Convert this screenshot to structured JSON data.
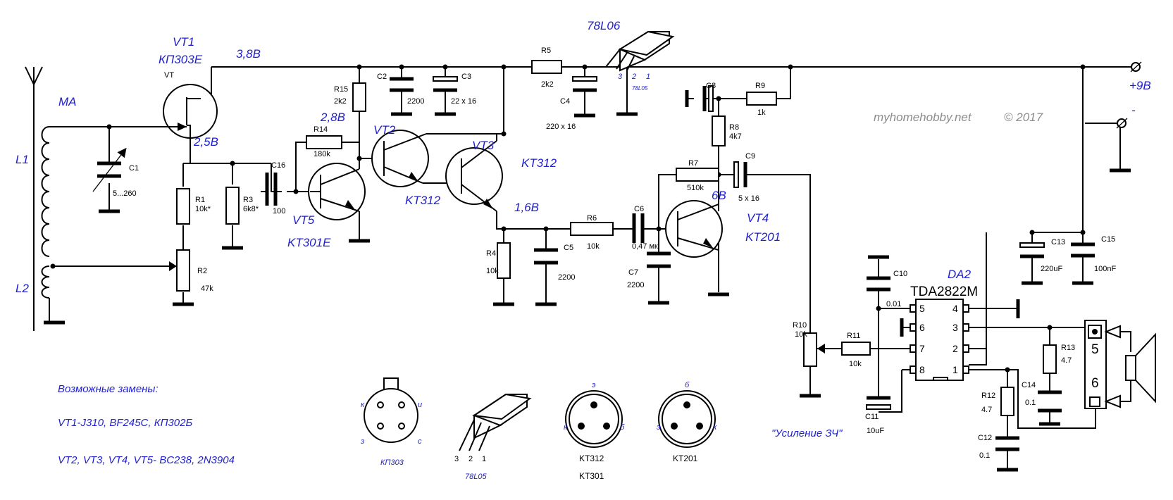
{
  "watermark": {
    "site": "myhomehobby.net",
    "copyright": "© 2017"
  },
  "regulator": {
    "name": "78L06",
    "pins": [
      "3",
      "2",
      "1"
    ],
    "sub_label": "78L05"
  },
  "nodes": {
    "v38": "3,8B",
    "v25": "2,5B",
    "v28": "2,8B",
    "v16": "1,6B",
    "v6": "6B",
    "plus": "+9B",
    "minus": "-"
  },
  "antenna": {
    "name": "MA",
    "l1": "L1",
    "l2": "L2"
  },
  "transistors": {
    "vt1": {
      "name": "VT1",
      "type": "КП303Е",
      "sub": "VT"
    },
    "vt2": {
      "name": "VT2",
      "type": "KT312"
    },
    "vt3": {
      "name": "VT3",
      "type": "KT312"
    },
    "vt4": {
      "name": "VT4",
      "type": "KT201"
    },
    "vt5": {
      "name": "VT5",
      "type": "KT301E"
    }
  },
  "resistors": {
    "r1": {
      "name": "R1",
      "value": "10k*"
    },
    "r2": {
      "name": "R2",
      "value": "47k"
    },
    "r3": {
      "name": "R3",
      "value": "6k8*"
    },
    "r4": {
      "name": "R4",
      "value": "10k"
    },
    "r5": {
      "name": "R5",
      "value": "2k2"
    },
    "r6": {
      "name": "R6",
      "value": "10k"
    },
    "r7": {
      "name": "R7",
      "value": "510k"
    },
    "r8": {
      "name": "R8",
      "value": "4k7"
    },
    "r9": {
      "name": "R9",
      "value": "1k"
    },
    "r10": {
      "name": "R10",
      "value": "10k"
    },
    "r11": {
      "name": "R11",
      "value": "10k"
    },
    "r12": {
      "name": "R12",
      "value": "4.7"
    },
    "r13": {
      "name": "R13",
      "value": "4.7"
    },
    "r14": {
      "name": "R14",
      "value": "180k"
    },
    "r15": {
      "name": "R15",
      "value": "2k2"
    }
  },
  "capacitors": {
    "c1": {
      "name": "C1",
      "value": "5...260"
    },
    "c2": {
      "name": "C2",
      "value": "2200"
    },
    "c3": {
      "name": "C3",
      "value": "22 x 16"
    },
    "c4": {
      "name": "C4",
      "value": "220 x 16"
    },
    "c5": {
      "name": "C5",
      "value": "2200"
    },
    "c6": {
      "name": "C6",
      "value": "0,47 мк"
    },
    "c7": {
      "name": "C7",
      "value": "2200"
    },
    "c8": {
      "name": "C8"
    },
    "c9": {
      "name": "C9",
      "value": "5 x 16"
    },
    "c10": {
      "name": "C10",
      "value": "0.01"
    },
    "c11": {
      "name": "C11",
      "value": "10uF"
    },
    "c12": {
      "name": "C12",
      "value": "0.1"
    },
    "c13": {
      "name": "C13",
      "value": "220uF"
    },
    "c14": {
      "name": "C14",
      "value": "0.1"
    },
    "c15": {
      "name": "C15",
      "value": "100nF"
    },
    "c16": {
      "name": "C16",
      "value": "100"
    }
  },
  "ic": {
    "label": "DA2",
    "name": "TDA2822M",
    "pins_left": [
      "5",
      "6",
      "7",
      "8"
    ],
    "pins_right": [
      "4",
      "3",
      "2",
      "1"
    ]
  },
  "speaker_pins": [
    "5",
    "6"
  ],
  "audio_note": "\"Усиление ЗЧ\"",
  "replacements": {
    "title": "Возможные замены:",
    "line1": "VT1-J310, BF245C, КП302Б",
    "line2": "VT2, VT3, VT4, VT5- BC238, 2N3904"
  },
  "pinouts": {
    "kp303": {
      "name": "КП303",
      "pins": [
        "к",
        "и",
        "з",
        "с"
      ]
    },
    "reg": {
      "pins": [
        "3",
        "2",
        "1"
      ],
      "name": "78L05"
    },
    "kt312": {
      "names": [
        "KT312",
        "KT301"
      ],
      "pins": [
        "э",
        "к",
        "б"
      ]
    },
    "kt201": {
      "name": "KT201",
      "pins": [
        "б",
        "э",
        "к"
      ]
    }
  }
}
